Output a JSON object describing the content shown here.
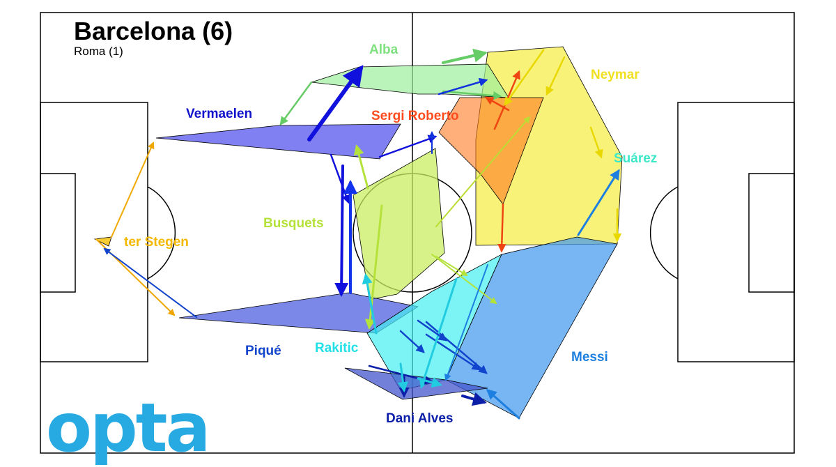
{
  "header": {
    "title": "Barcelona (6)",
    "subtitle": "Roma (1)"
  },
  "logo": {
    "text": "opta",
    "color": "#27a9e1"
  },
  "players": [
    {
      "id": "ter-stegen",
      "name": "ter Stegen",
      "color": "#f5b800"
    },
    {
      "id": "vermaelen",
      "name": "Vermaelen",
      "color": "#1111cc"
    },
    {
      "id": "pique",
      "name": "Piqué",
      "color": "#1144cc"
    },
    {
      "id": "alba",
      "name": "Alba",
      "color": "#7fe27f"
    },
    {
      "id": "busquets",
      "name": "Busquets",
      "color": "#b5e23a"
    },
    {
      "id": "sergi-roberto",
      "name": "Sergi Roberto",
      "color": "#ff4c1f"
    },
    {
      "id": "rakitic",
      "name": "Rakitic",
      "color": "#22e0e8"
    },
    {
      "id": "dani-alves",
      "name": "Dani Alves",
      "color": "#0c1fa8"
    },
    {
      "id": "neymar",
      "name": "Neymar",
      "color": "#f0e020"
    },
    {
      "id": "suarez",
      "name": "Suárez",
      "color": "#3de8c8"
    },
    {
      "id": "messi",
      "name": "Messi",
      "color": "#1d7fe0"
    }
  ]
}
